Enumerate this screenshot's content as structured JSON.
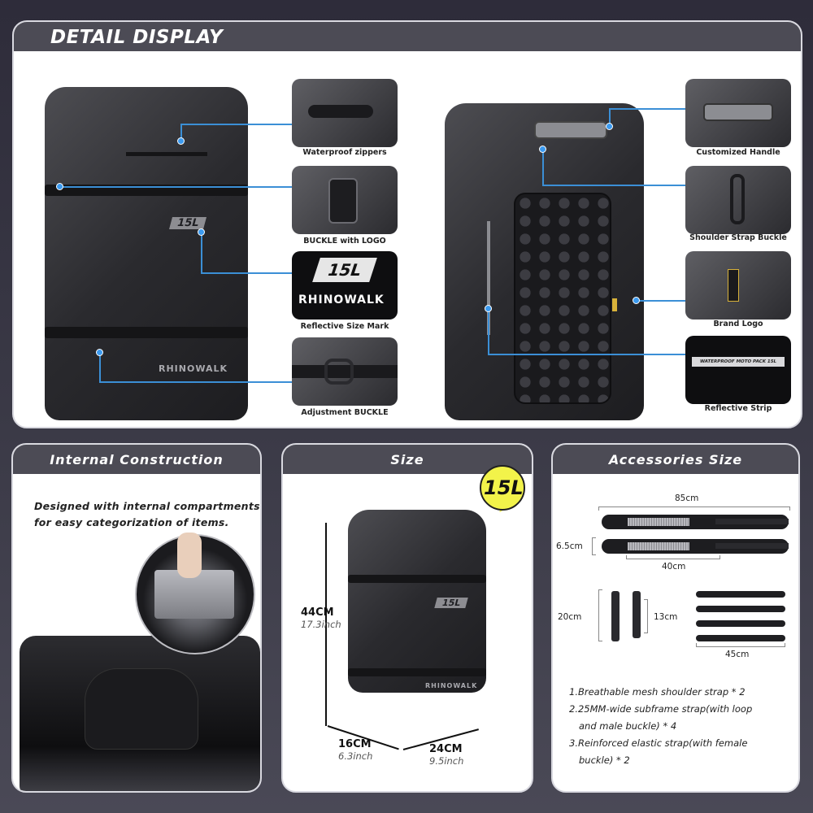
{
  "detail": {
    "title": "DETAIL DISPLAY",
    "front_bag": {
      "size_label": "15L",
      "brand": "RHINOWALK"
    },
    "left_callouts": [
      {
        "caption": "Waterproof zippers",
        "icon": "zipper-icon"
      },
      {
        "caption": "BUCKLE with LOGO",
        "icon": "buckle-icon"
      },
      {
        "caption": "Reflective Size Mark",
        "icon": "size-mark-icon",
        "size_text": "15L",
        "brand": "RHINOWALK"
      },
      {
        "caption": "Adjustment BUCKLE",
        "icon": "adjust-buckle-icon"
      }
    ],
    "right_callouts": [
      {
        "caption": "Customized Handle",
        "icon": "handle-icon"
      },
      {
        "caption": "Shoulder Strap Buckle",
        "icon": "hook-icon"
      },
      {
        "caption": "Brand Logo",
        "icon": "brand-logo-icon"
      },
      {
        "caption": "Reflective Strip",
        "icon": "reflective-strip-icon",
        "strip_text": "WATERPROOF MOTO PACK 15L"
      }
    ],
    "accent_color": "#3b8fd6"
  },
  "internal": {
    "title": "Internal Construction",
    "description_line1": "Designed with internal compartments",
    "description_line2": "for easy categorization of items."
  },
  "size": {
    "title": "Size",
    "badge": "15L",
    "badge_color": "#f2f34a",
    "height_cm": "44CM",
    "height_in": "17.3inch",
    "depth_cm": "16CM",
    "depth_in": "6.3inch",
    "width_cm": "24CM",
    "width_in": "9.5inch",
    "bag_label": "15L",
    "bag_brand": "RHINOWALK"
  },
  "accessories": {
    "title": "Accessories Size",
    "shoulder_length": "85cm",
    "shoulder_width": "6.5cm",
    "pad_length": "40cm",
    "elastic_long": "20cm",
    "elastic_short": "13cm",
    "subframe_length": "45cm",
    "items": [
      "1.Breathable mesh shoulder strap * 2",
      "2.25MM-wide subframe strap(with loop",
      "and male buckle) * 4",
      "3.Reinforced elastic strap(with female",
      "buckle) * 2"
    ]
  }
}
